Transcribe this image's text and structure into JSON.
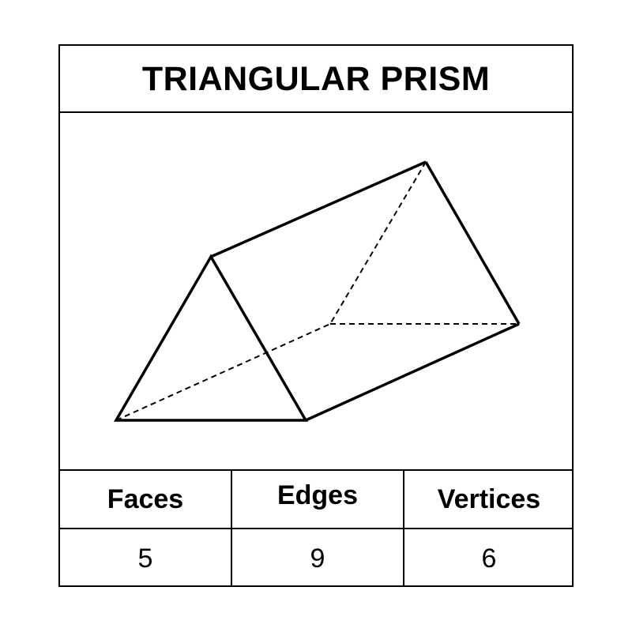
{
  "title": "TRIANGULAR PRISM",
  "stats": [
    {
      "label": "Faces",
      "value": "5"
    },
    {
      "label": "Edges",
      "value": "9"
    },
    {
      "label": "Vertices",
      "value": "6"
    }
  ],
  "colors": {
    "line": "#000000",
    "background": "#ffffff"
  }
}
